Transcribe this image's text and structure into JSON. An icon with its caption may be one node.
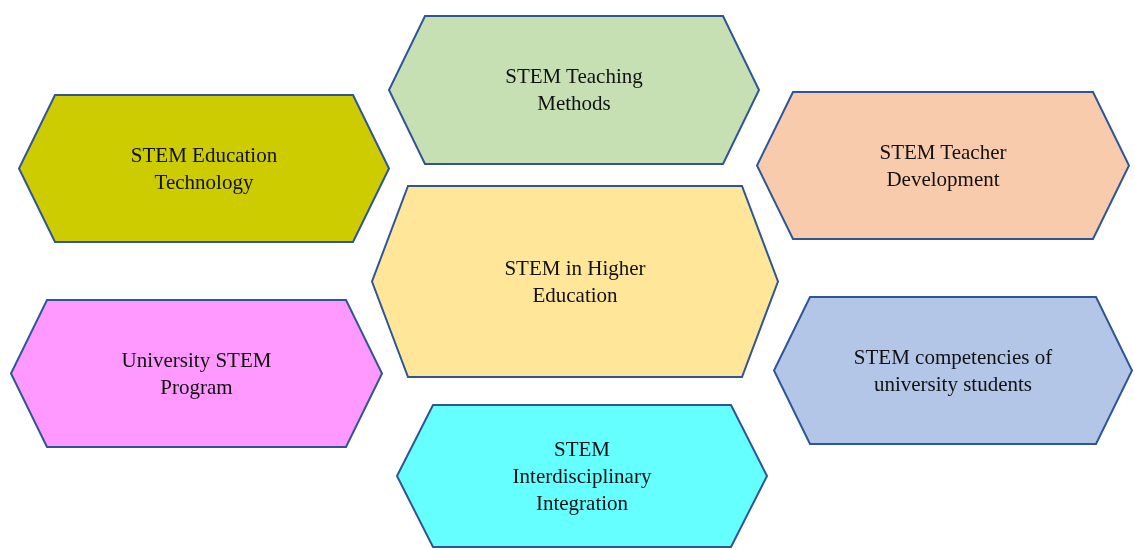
{
  "diagram": {
    "nodes": [
      {
        "text": [
          "STEM Teaching Methods"
        ]
      },
      {
        "text": [
          "STEM Education Technology"
        ]
      },
      {
        "text": [
          "STEM Teacher Development"
        ]
      },
      {
        "text": [
          "STEM in Higher Education"
        ]
      },
      {
        "text": [
          "University STEM Program"
        ]
      },
      {
        "text": [
          "STEM competencies of university students"
        ]
      },
      {
        "text": [
          "STEM Interdisciplinary Integration"
        ]
      }
    ],
    "edges": []
  }
}
